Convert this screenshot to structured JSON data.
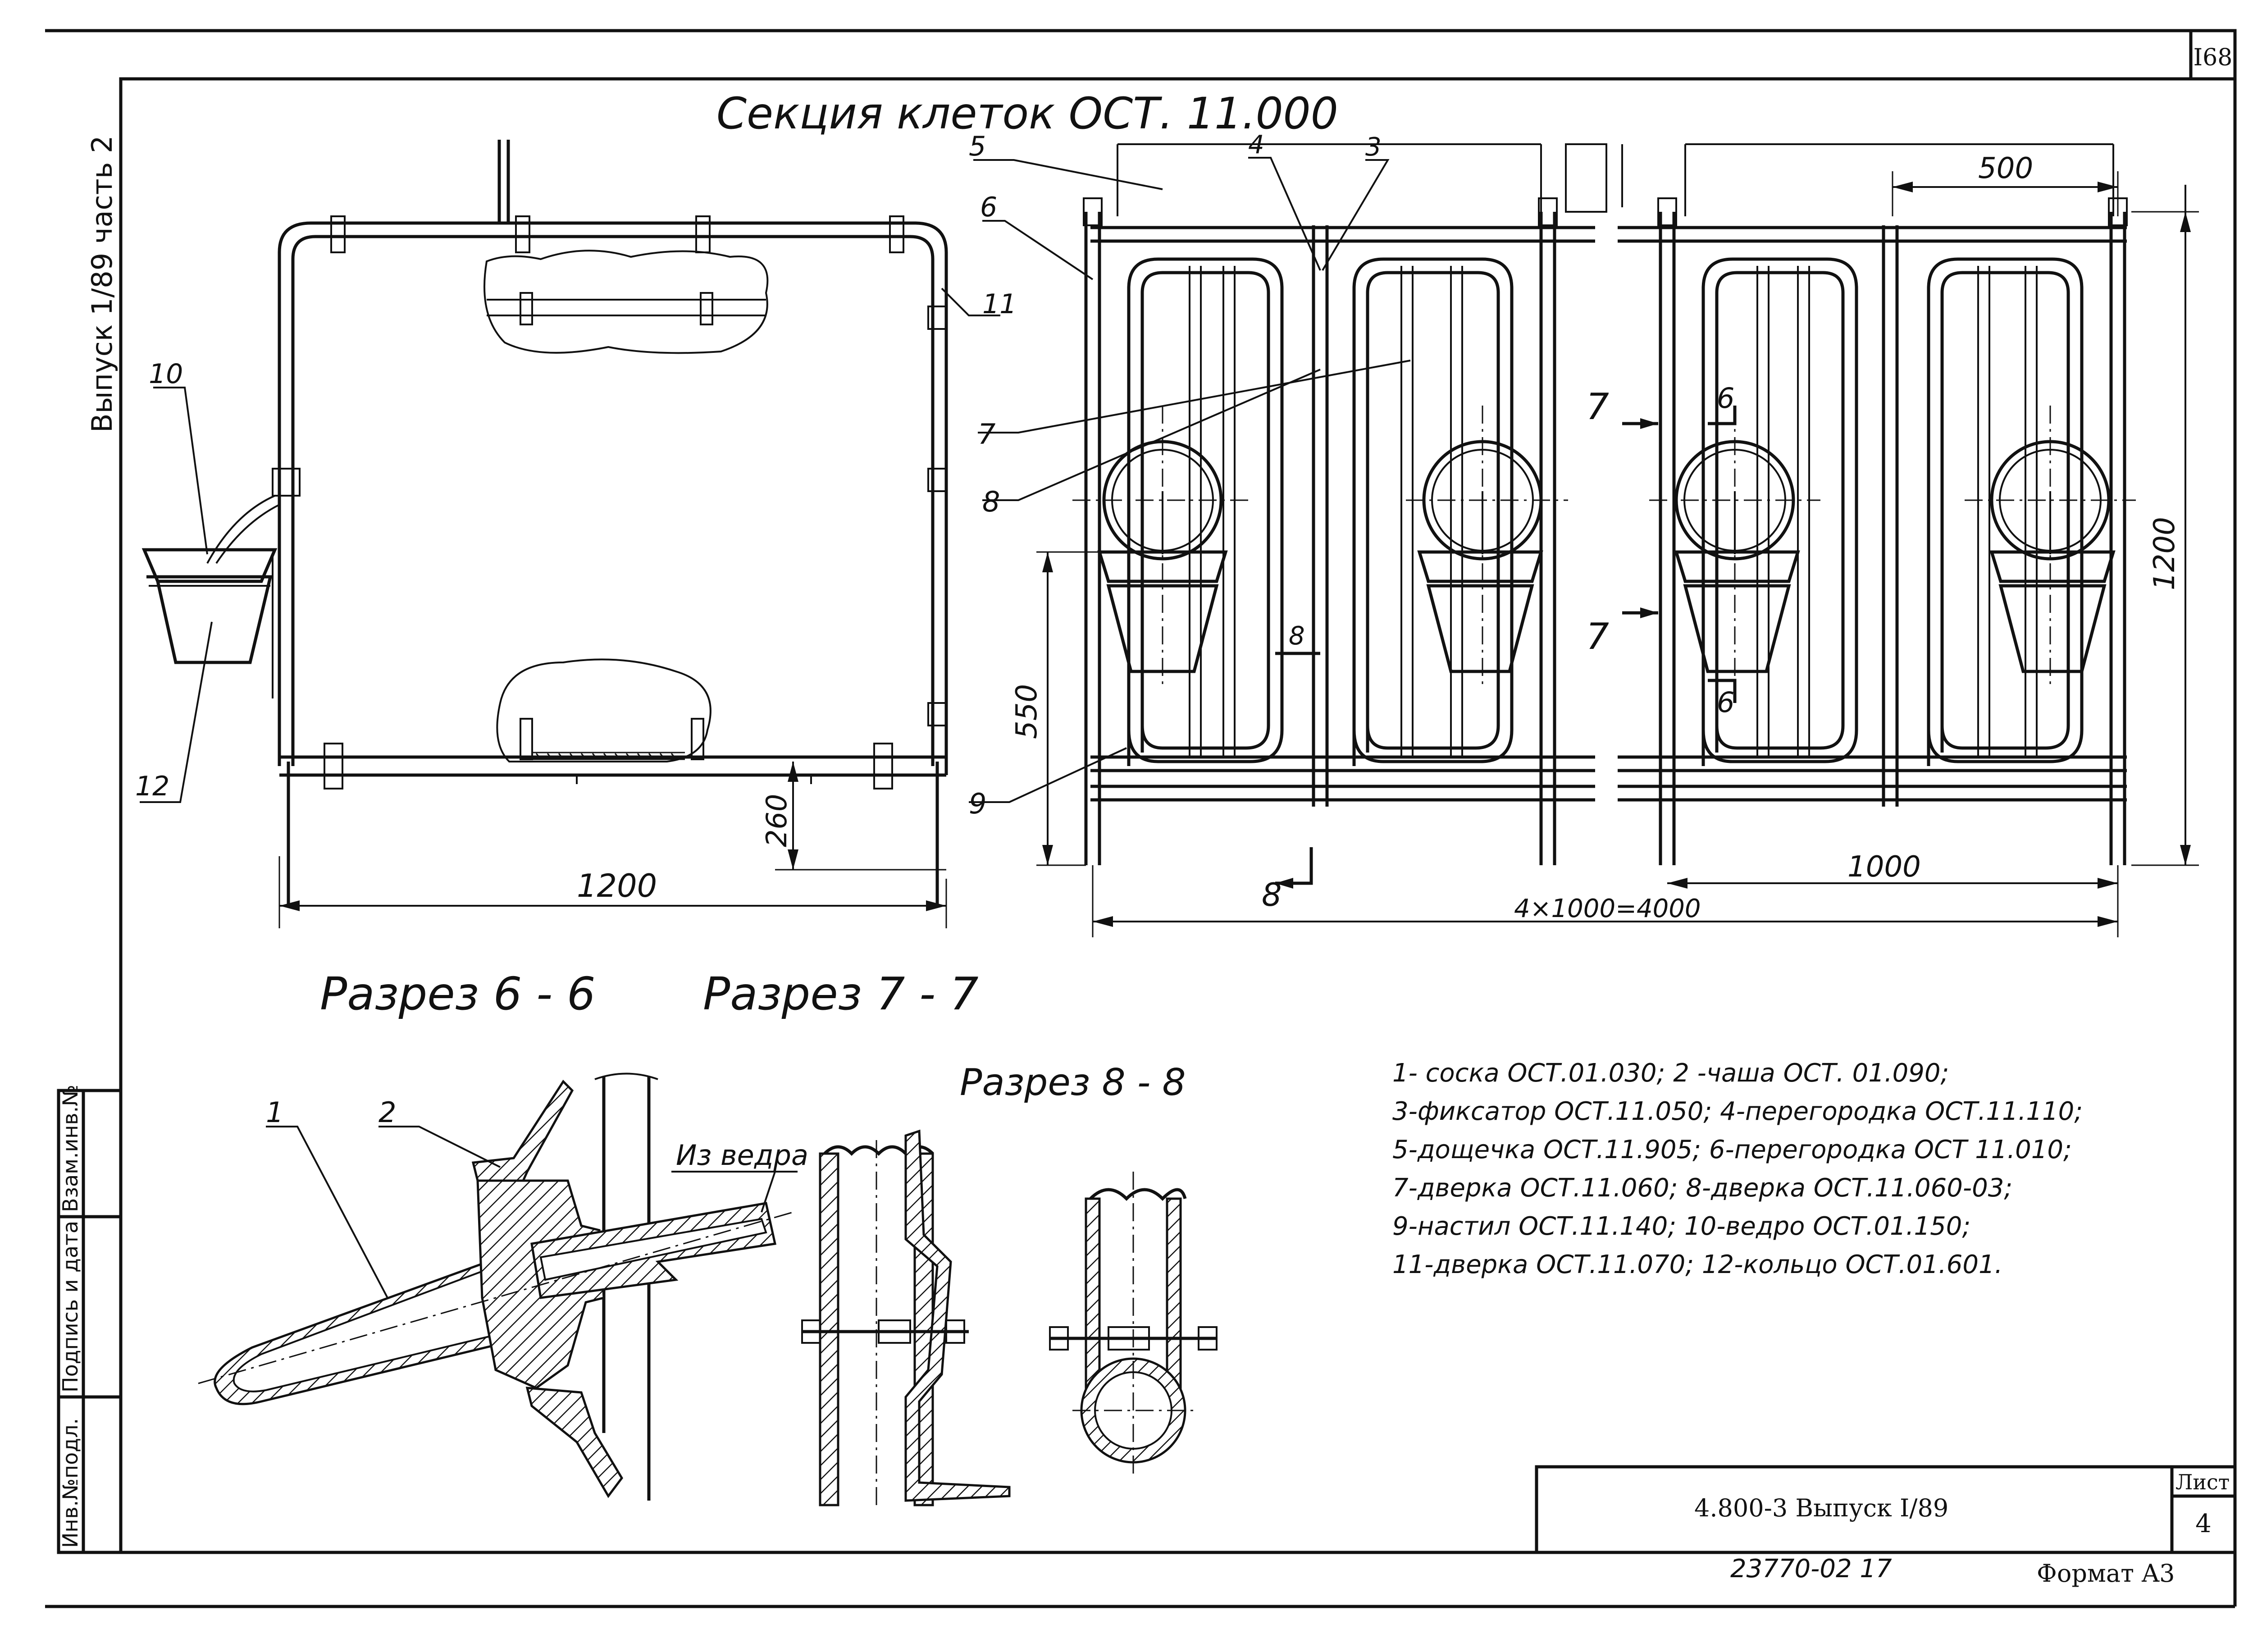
{
  "sheet": {
    "page_number": "I68",
    "side_label": "Выпуск 1/89 часть 2",
    "format": "Формат A3"
  },
  "title": "Секция клеток ОСТ. 11.000",
  "section_labels": {
    "s66": "Разрез 6 - 6",
    "s77": "Разрез 7 - 7",
    "s88": "Разрез 8 - 8"
  },
  "detail": {
    "from_bucket": "Из ведра"
  },
  "side_view": {
    "dim_width": "1200",
    "dim_260": "260",
    "callouts": [
      "10",
      "11",
      "12"
    ]
  },
  "front_view": {
    "dim_500": "500",
    "dim_1200": "1200",
    "dim_550": "550",
    "dim_1000": "1000",
    "dim_total": "4×1000=4000",
    "callouts": [
      "5",
      "4",
      "3",
      "6",
      "7",
      "8",
      "9"
    ],
    "section_marks": [
      "7",
      "6",
      "7",
      "6",
      "8",
      "8"
    ]
  },
  "legend": [
    "1- соска ОСТ.01.030;  2 -чаша  ОСТ. 01.090;",
    "3-фиксатор ОСТ.11.050;  4-перегородка ОСТ.11.110;",
    "5-дощечка ОСТ.11.905;  6-перегородка ОСТ 11.010;",
    "7-дверка ОСТ.11.060;  8-дверка  ОСТ.11.060-03;",
    "9-настил ОСТ.11.140;  10-ведро ОСТ.01.150;",
    "11-дверка  ОСТ.11.070;  12-кольцо ОСТ.01.601."
  ],
  "stamp": {
    "left_fields": [
      "Инв.№подл.",
      "Подпись и дата",
      "Взам.инв.№"
    ],
    "doc_code": "4.800-3  Выпуск I/89",
    "sheet_label": "Лист",
    "sheet_number": "4",
    "bottom_code": "23770-02  17"
  }
}
